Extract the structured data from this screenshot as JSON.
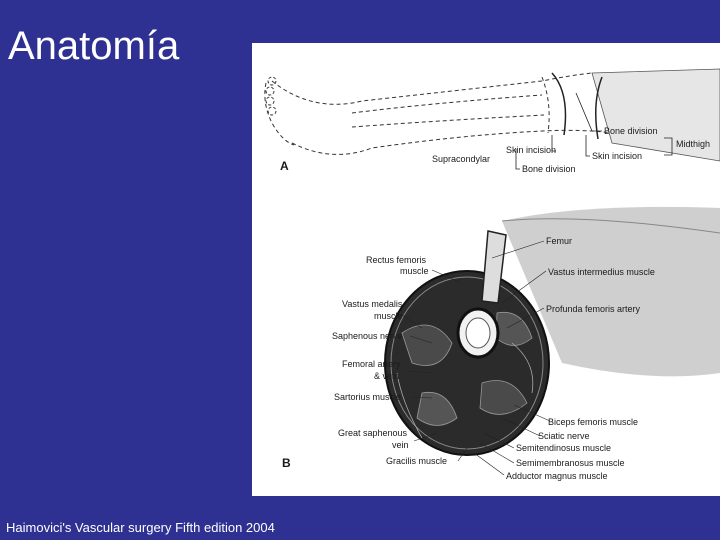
{
  "slide": {
    "title": "Anatomía",
    "caption": "Haimovici's Vascular surgery Fifth edition 2004"
  },
  "panel_a": {
    "letter": "A",
    "labels": {
      "bone_division_top": "Bone division",
      "midthigh": "Midthigh",
      "skin_incision_left": "Skin incision",
      "skin_incision_right": "Skin incision",
      "supracondylar": "Supracondylar",
      "bone_division_bottom": "Bone division"
    }
  },
  "panel_b": {
    "letter": "B",
    "labels": {
      "femur": "Femur",
      "rectus_femoris": "Rectus femoris",
      "rectus_femoris_2": "muscle",
      "vastus_intermedius": "Vastus intermedius muscle",
      "vastus_medialis": "Vastus medalis",
      "vastus_medialis_2": "muscle",
      "profunda": "Profunda femoris artery",
      "saphenous_nerve": "Saphenous nerve",
      "femoral_artery": "Femoral artery",
      "femoral_artery_2": "& vein",
      "sartorius": "Sartorius muscle",
      "great_saphenous": "Great saphenous",
      "great_saphenous_2": "vein",
      "biceps": "Biceps femoris muscle",
      "sciatic": "Sciatic nerve",
      "semitendinosus": "Semitendinosus muscle",
      "gracilis": "Gracilis muscle",
      "semimembranosus": "Semimembranosus muscle",
      "adductor": "Adductor magnus muscle"
    }
  },
  "colors": {
    "background": "#2e3192",
    "text": "#ffffff",
    "figure_bg": "#ffffff",
    "ink": "#1a1a1a"
  }
}
